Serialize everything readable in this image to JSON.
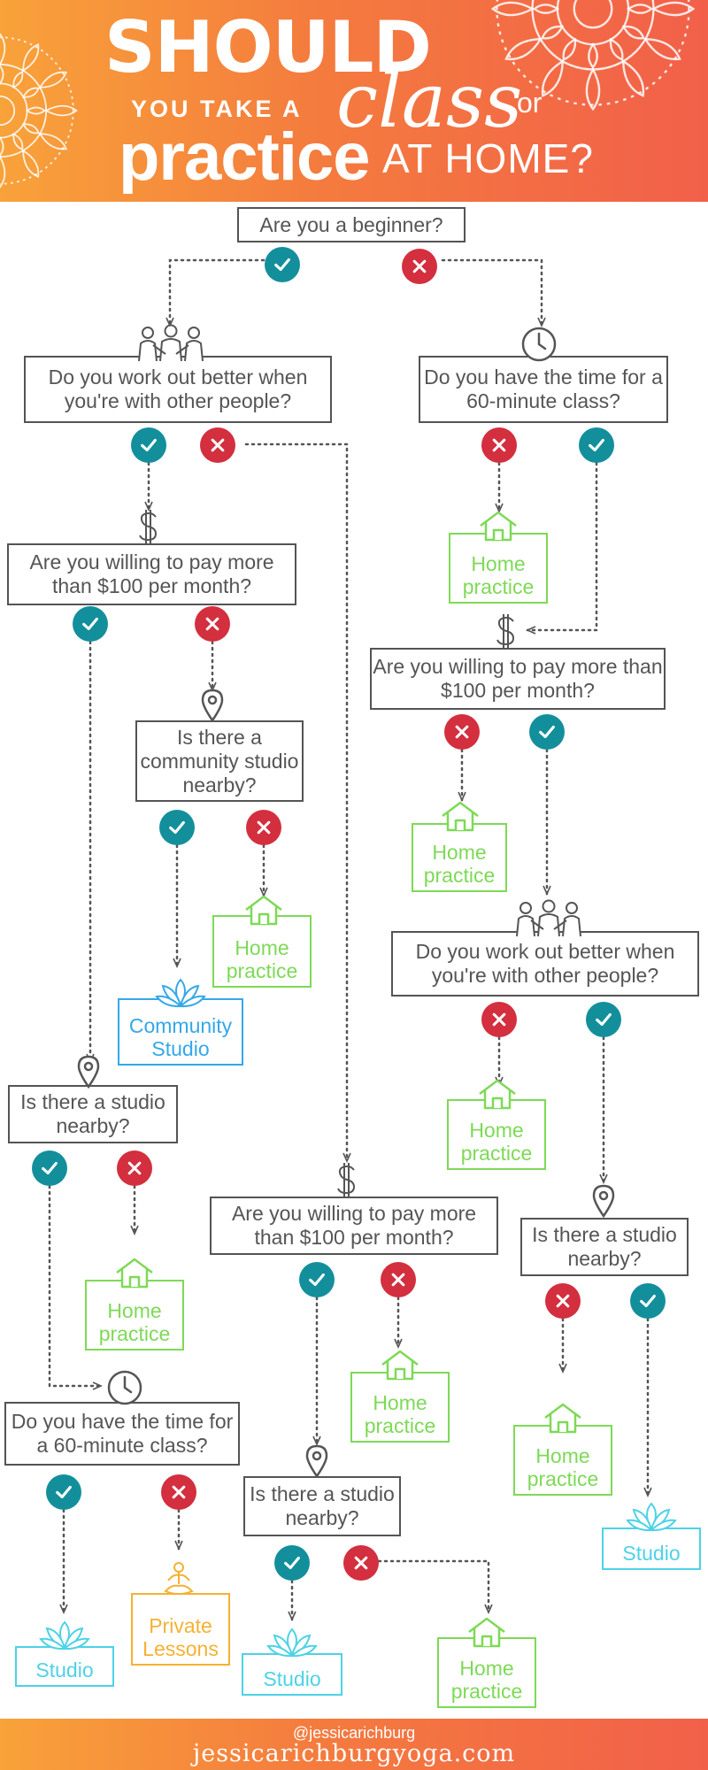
{
  "title": {
    "should": "SHOULD",
    "you_take_a": "YOU TAKE A",
    "class": "class",
    "or": "or",
    "practice": "practice",
    "at_home": "AT HOME?"
  },
  "questions": {
    "q1": "Are you a beginner?",
    "q2": "Do you work out better when you're with other people?",
    "q3": "Do you have the time for a 60-minute class?",
    "q4": "Are you willing to pay more than $100 per month?",
    "q5": "Are you willing to pay more than $100 per month?",
    "q6": "Is there a community studio nearby?",
    "q7": "Do you work out better when you're with other people?",
    "q8": "Is there a studio nearby?",
    "q9": "Are you willing to pay more than $100 per month?",
    "q10": "Is there a studio nearby?",
    "q11": "Do you have the time for a 60-minute class?",
    "q12": "Is there a studio nearby?"
  },
  "outcomes": {
    "home": [
      "Home",
      "practice"
    ],
    "studio": "Studio",
    "community": [
      "Community",
      "Studio"
    ],
    "private": [
      "Private",
      "Lessons"
    ]
  },
  "colors": {
    "yes": "#138f9c",
    "no": "#d32f3f",
    "question_border": "#545454",
    "home": "#7ed957",
    "studio": "#4dd2e6",
    "community": "#34a8e8",
    "private": "#f5b133",
    "header_start": "#f8a23a",
    "header_end": "#f2604a"
  },
  "icons": [
    "people-icon",
    "clock-icon",
    "dollar-icon",
    "location-pin-icon",
    "house-icon",
    "lotus-icon",
    "meditation-icon",
    "check-icon",
    "x-icon",
    "mandala-icon"
  ],
  "footer": {
    "handle": "@jessicarichburg",
    "url": "jessicarichburgyoga.com"
  }
}
